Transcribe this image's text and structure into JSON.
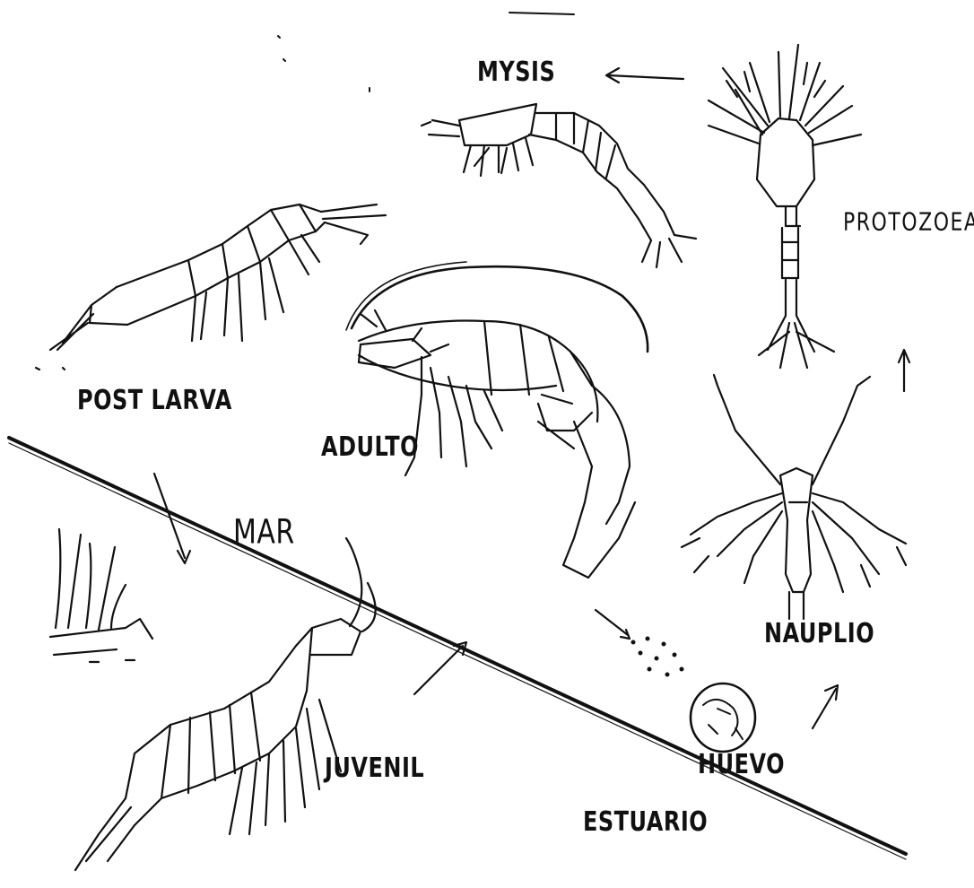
{
  "diagram": {
    "stages": {
      "mysis": "MYSIS",
      "protozoea": "PROTOZOEA",
      "post_larva": "POST LARVA",
      "adulto": "ADULTO",
      "nauplio": "NAUPLIO",
      "huevo": "HUEVO",
      "juvenil": "JUVENIL"
    },
    "zones": {
      "mar": "MAR",
      "estuario": "ESTUARIO"
    },
    "colors": {
      "ink": "#111111",
      "background": "#ffffff"
    }
  }
}
